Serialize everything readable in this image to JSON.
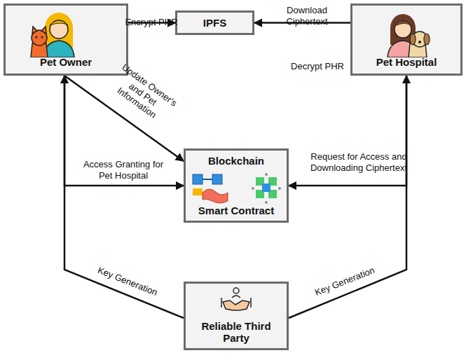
{
  "diagram": {
    "nodes": [
      {
        "text": [
          "Pet Owner"
        ]
      },
      {
        "text": [
          "IPFS"
        ]
      },
      {
        "text": [
          "Pet Hospital"
        ]
      },
      {
        "text": [
          "Blockchain",
          "Smart Contract"
        ]
      },
      {
        "text": [
          "Reliable Third Party"
        ]
      }
    ],
    "edges": [
      {
        "from": 0,
        "to": 1,
        "arrow": "to",
        "label": "Encrypt PHR"
      },
      {
        "from": 2,
        "to": 1,
        "arrow": "to",
        "label": "Download Ciphertext"
      },
      {
        "from": 0,
        "to": 3,
        "arrow": "to",
        "label": "Update Owner's and Pet Information"
      },
      {
        "from": 0,
        "to": 3,
        "arrow": "to",
        "label": "Access Granting for Pet Hospital"
      },
      {
        "from": 2,
        "to": 3,
        "arrow": "to",
        "label": "Request for Access and Downloading Ciphertext"
      },
      {
        "from": 4,
        "to": 0,
        "arrow": "to",
        "label": "Key Generation"
      },
      {
        "from": 4,
        "to": 2,
        "arrow": "to",
        "label": "Key Generation"
      }
    ],
    "labels": [
      "Decrypt PHR"
    ]
  }
}
